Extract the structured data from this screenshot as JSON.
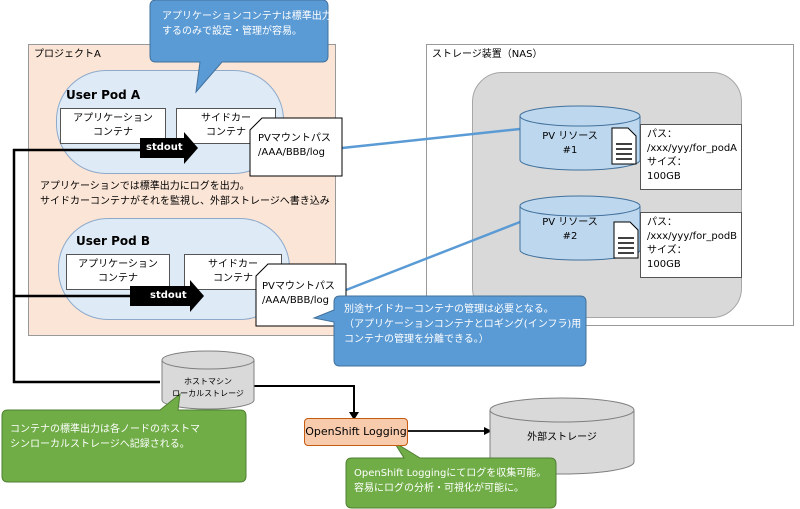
{
  "callouts": {
    "top": [
      "アプリケーションコンテナは標準出力",
      "するのみで設定・管理が容易。"
    ],
    "middle": [
      "別途サイドカーコンテナの管理は必要となる。",
      "（アプリケーションコンテナとロギング(インフラ)用",
      "コンテナの管理を分離できる。）"
    ],
    "host": [
      "コンテナの標準出力は各ノードのホストマ",
      "シンローカルストレージへ記録される。"
    ],
    "logging": [
      "OpenShift Loggingにてログを収集可能。",
      "容易にログの分析・可視化が可能に。"
    ]
  },
  "project": {
    "title": "プロジェクトA",
    "note": [
      "アプリケーションでは標準出力にログを出力。",
      "サイドカーコンテナがそれを監視し、外部ストレージへ書き込み"
    ]
  },
  "pod_a": {
    "title": "User Pod A",
    "app": [
      "アプリケーション",
      "コンテナ"
    ],
    "sidecar": [
      "サイドカー",
      "コンテナ"
    ],
    "stdout": "stdout",
    "pv": [
      "PVマウントパス",
      "/AAA/BBB/log"
    ]
  },
  "pod_b": {
    "title": "User Pod B",
    "app": [
      "アプリケーション",
      "コンテナ"
    ],
    "sidecar": [
      "サイドカー",
      "コンテナ"
    ],
    "stdout": "stdout",
    "pv": [
      "PVマウントパス",
      "/AAA/BBB/log"
    ]
  },
  "nas": {
    "title": "ストレージ装置（NAS）",
    "pv1": {
      "name": [
        "PV リソース",
        "#1"
      ],
      "info": [
        "パス：",
        "/xxx/yyy/for_podA",
        "サイズ：",
        "100GB"
      ]
    },
    "pv2": {
      "name": [
        "PV リソース",
        "#2"
      ],
      "info": [
        "パス：",
        "/xxx/yyy/for_podB",
        "サイズ：",
        "100GB"
      ]
    }
  },
  "host_storage": [
    "ホストマシン",
    "ローカルストレージ"
  ],
  "openshift_logging": "OpenShift Logging",
  "external_storage": "外部ストレージ",
  "colors": {
    "callout_blue": "#5b9bd5",
    "callout_green": "#70ad47",
    "project_bg": "#fbe5d6",
    "pod_bg": "#deebf7",
    "cylinder_blue": "#bdd7ee",
    "logging_bg": "#f8cbad"
  }
}
